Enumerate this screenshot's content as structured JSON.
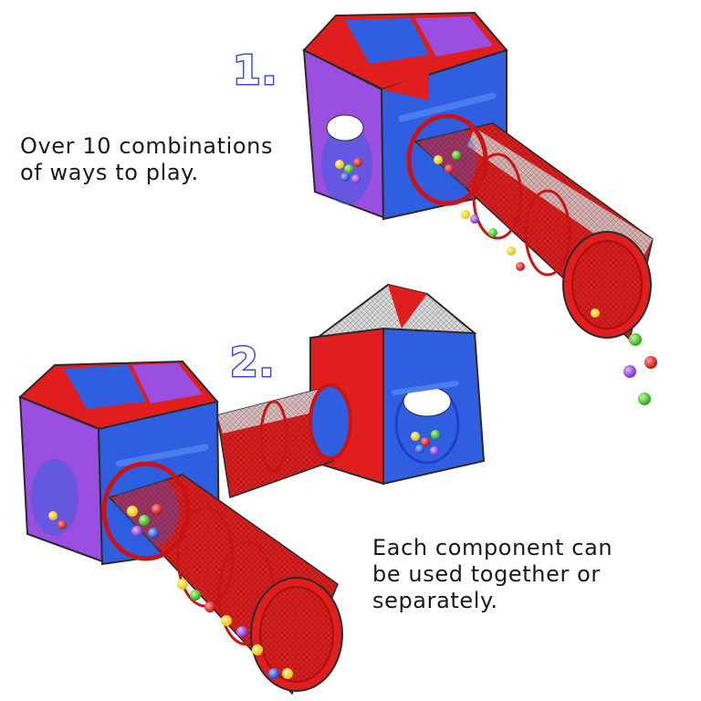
{
  "steps": {
    "first": "1.",
    "second": "2."
  },
  "captions": {
    "top": [
      "Over 10 combinations",
      "of ways to play."
    ],
    "bottom": [
      "Each component can",
      "be used together or",
      "separately."
    ]
  },
  "colors": {
    "red": "#e01e1e",
    "blue": "#2f5fe0",
    "purple": "#9a4fe0",
    "mesh": "#cfcfcf",
    "outline": "#2a2a2a",
    "number_outline": "#3a4fd6"
  }
}
